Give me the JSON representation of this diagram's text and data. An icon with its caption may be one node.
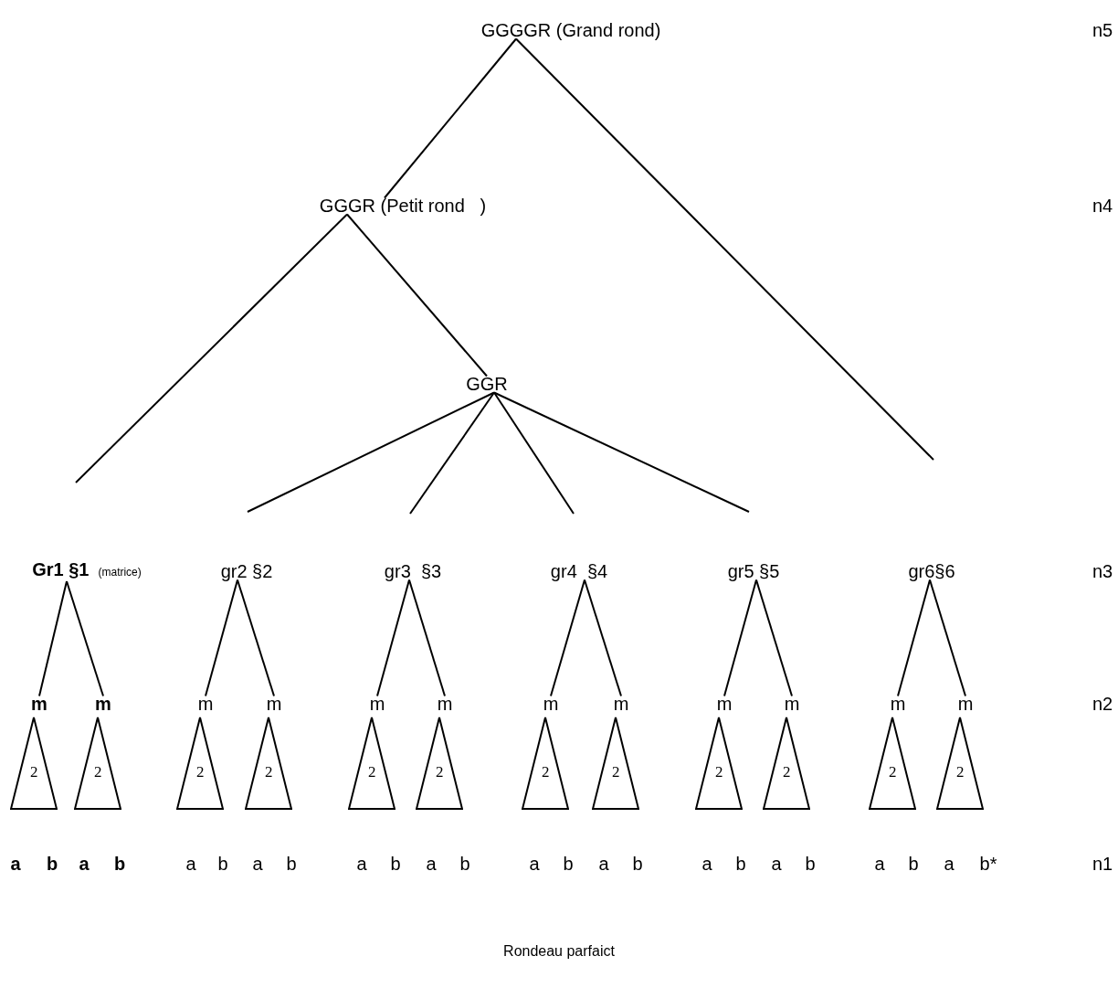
{
  "diagram": {
    "caption": "Rondeau parfaict",
    "nodes": [
      {
        "text": [
          "GGGGR (Grand rond)"
        ]
      },
      {
        "text": [
          "GGGR (Petit rond   )"
        ]
      },
      {
        "text": [
          "GGR"
        ]
      },
      {
        "text": [
          "Gr1 §1"
        ],
        "beside": [
          "(matrice)"
        ]
      },
      {
        "text": [
          "gr2 §2"
        ]
      },
      {
        "text": [
          "gr3  §3"
        ]
      },
      {
        "text": [
          "gr4  §4"
        ]
      },
      {
        "text": [
          "gr5 §5"
        ]
      },
      {
        "text": [
          "gr6§6"
        ]
      },
      {
        "text": [
          "m"
        ]
      },
      {
        "text": [
          "m"
        ]
      },
      {
        "text": [
          "m"
        ]
      },
      {
        "text": [
          "m"
        ]
      },
      {
        "text": [
          "m"
        ]
      },
      {
        "text": [
          "m"
        ]
      },
      {
        "text": [
          "m"
        ]
      },
      {
        "text": [
          "m"
        ]
      },
      {
        "text": [
          "m"
        ]
      },
      {
        "text": [
          "m"
        ]
      },
      {
        "text": [
          "m"
        ]
      },
      {
        "text": [
          "m"
        ]
      },
      {
        "text": [
          "2"
        ]
      },
      {
        "text": [
          "2"
        ]
      },
      {
        "text": [
          "2"
        ]
      },
      {
        "text": [
          "2"
        ]
      },
      {
        "text": [
          "2"
        ]
      },
      {
        "text": [
          "2"
        ]
      },
      {
        "text": [
          "2"
        ]
      },
      {
        "text": [
          "2"
        ]
      },
      {
        "text": [
          "2"
        ]
      },
      {
        "text": [
          "2"
        ]
      },
      {
        "text": [
          "2"
        ]
      },
      {
        "text": [
          "2"
        ]
      }
    ],
    "edges": [
      {
        "from": 0,
        "to": 1,
        "arrow": "none"
      },
      {
        "from": 0,
        "to": null,
        "arrow": "none"
      },
      {
        "from": 1,
        "to": null,
        "arrow": "none"
      },
      {
        "from": 1,
        "to": 2,
        "arrow": "none"
      },
      {
        "from": 2,
        "to": null,
        "arrow": "none"
      },
      {
        "from": 2,
        "to": null,
        "arrow": "none"
      },
      {
        "from": 2,
        "to": null,
        "arrow": "none"
      },
      {
        "from": 2,
        "to": null,
        "arrow": "none"
      },
      {
        "from": 3,
        "to": 9,
        "arrow": "none"
      },
      {
        "from": 3,
        "to": 10,
        "arrow": "none"
      },
      {
        "from": 4,
        "to": 11,
        "arrow": "none"
      },
      {
        "from": 4,
        "to": 12,
        "arrow": "none"
      },
      {
        "from": 5,
        "to": 13,
        "arrow": "none"
      },
      {
        "from": 5,
        "to": 14,
        "arrow": "none"
      },
      {
        "from": 6,
        "to": 15,
        "arrow": "none"
      },
      {
        "from": 6,
        "to": 16,
        "arrow": "none"
      },
      {
        "from": 7,
        "to": 17,
        "arrow": "none"
      },
      {
        "from": 7,
        "to": 18,
        "arrow": "none"
      },
      {
        "from": 8,
        "to": 19,
        "arrow": "none"
      },
      {
        "from": 8,
        "to": 20,
        "arrow": "none"
      }
    ],
    "labels": [
      "n5",
      "n4",
      "n3",
      "n2",
      "a",
      "b",
      "a",
      "b",
      "a",
      "b",
      "a",
      "b",
      "a",
      "b",
      "a",
      "b",
      "a",
      "b",
      "a",
      "b",
      "a",
      "b",
      "a",
      "b",
      "a",
      "b",
      "a",
      "b*",
      "n1"
    ]
  }
}
